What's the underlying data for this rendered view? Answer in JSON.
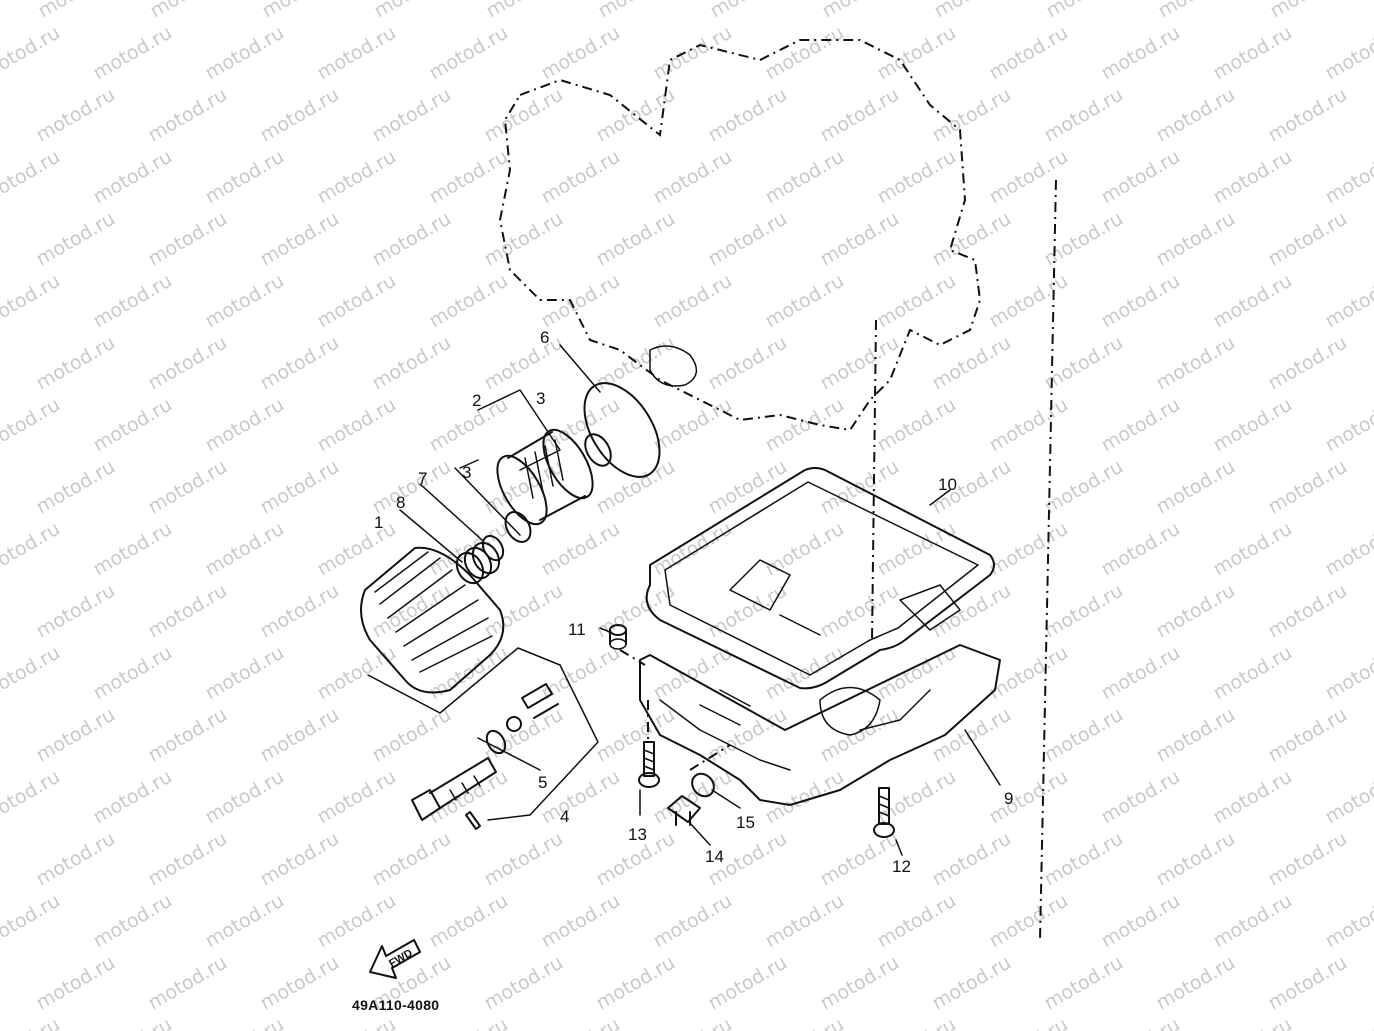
{
  "watermark": {
    "text": "motod.ru"
  },
  "diagram": {
    "part_code": "49A110-4080",
    "fwd_label": "FWD",
    "callouts": {
      "c1": "1",
      "c2": "2",
      "c3a": "3",
      "c3b": "3",
      "c4": "4",
      "c5": "5",
      "c6": "6",
      "c7": "7",
      "c8": "8",
      "c9": "9",
      "c10": "10",
      "c11": "11",
      "c12": "12",
      "c13": "13",
      "c14": "14",
      "c15": "15"
    }
  }
}
